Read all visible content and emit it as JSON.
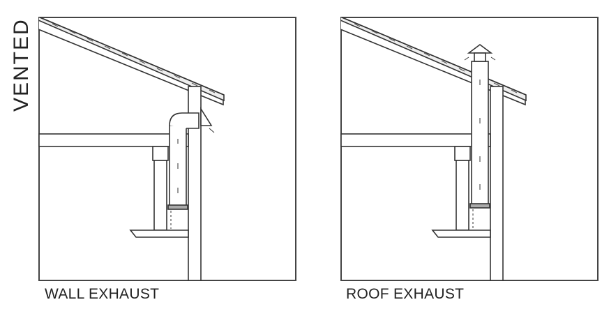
{
  "side_label": "VENTED",
  "panels": [
    {
      "caption": "WALL EXHAUST"
    },
    {
      "caption": "ROOF EXHAUST"
    }
  ]
}
